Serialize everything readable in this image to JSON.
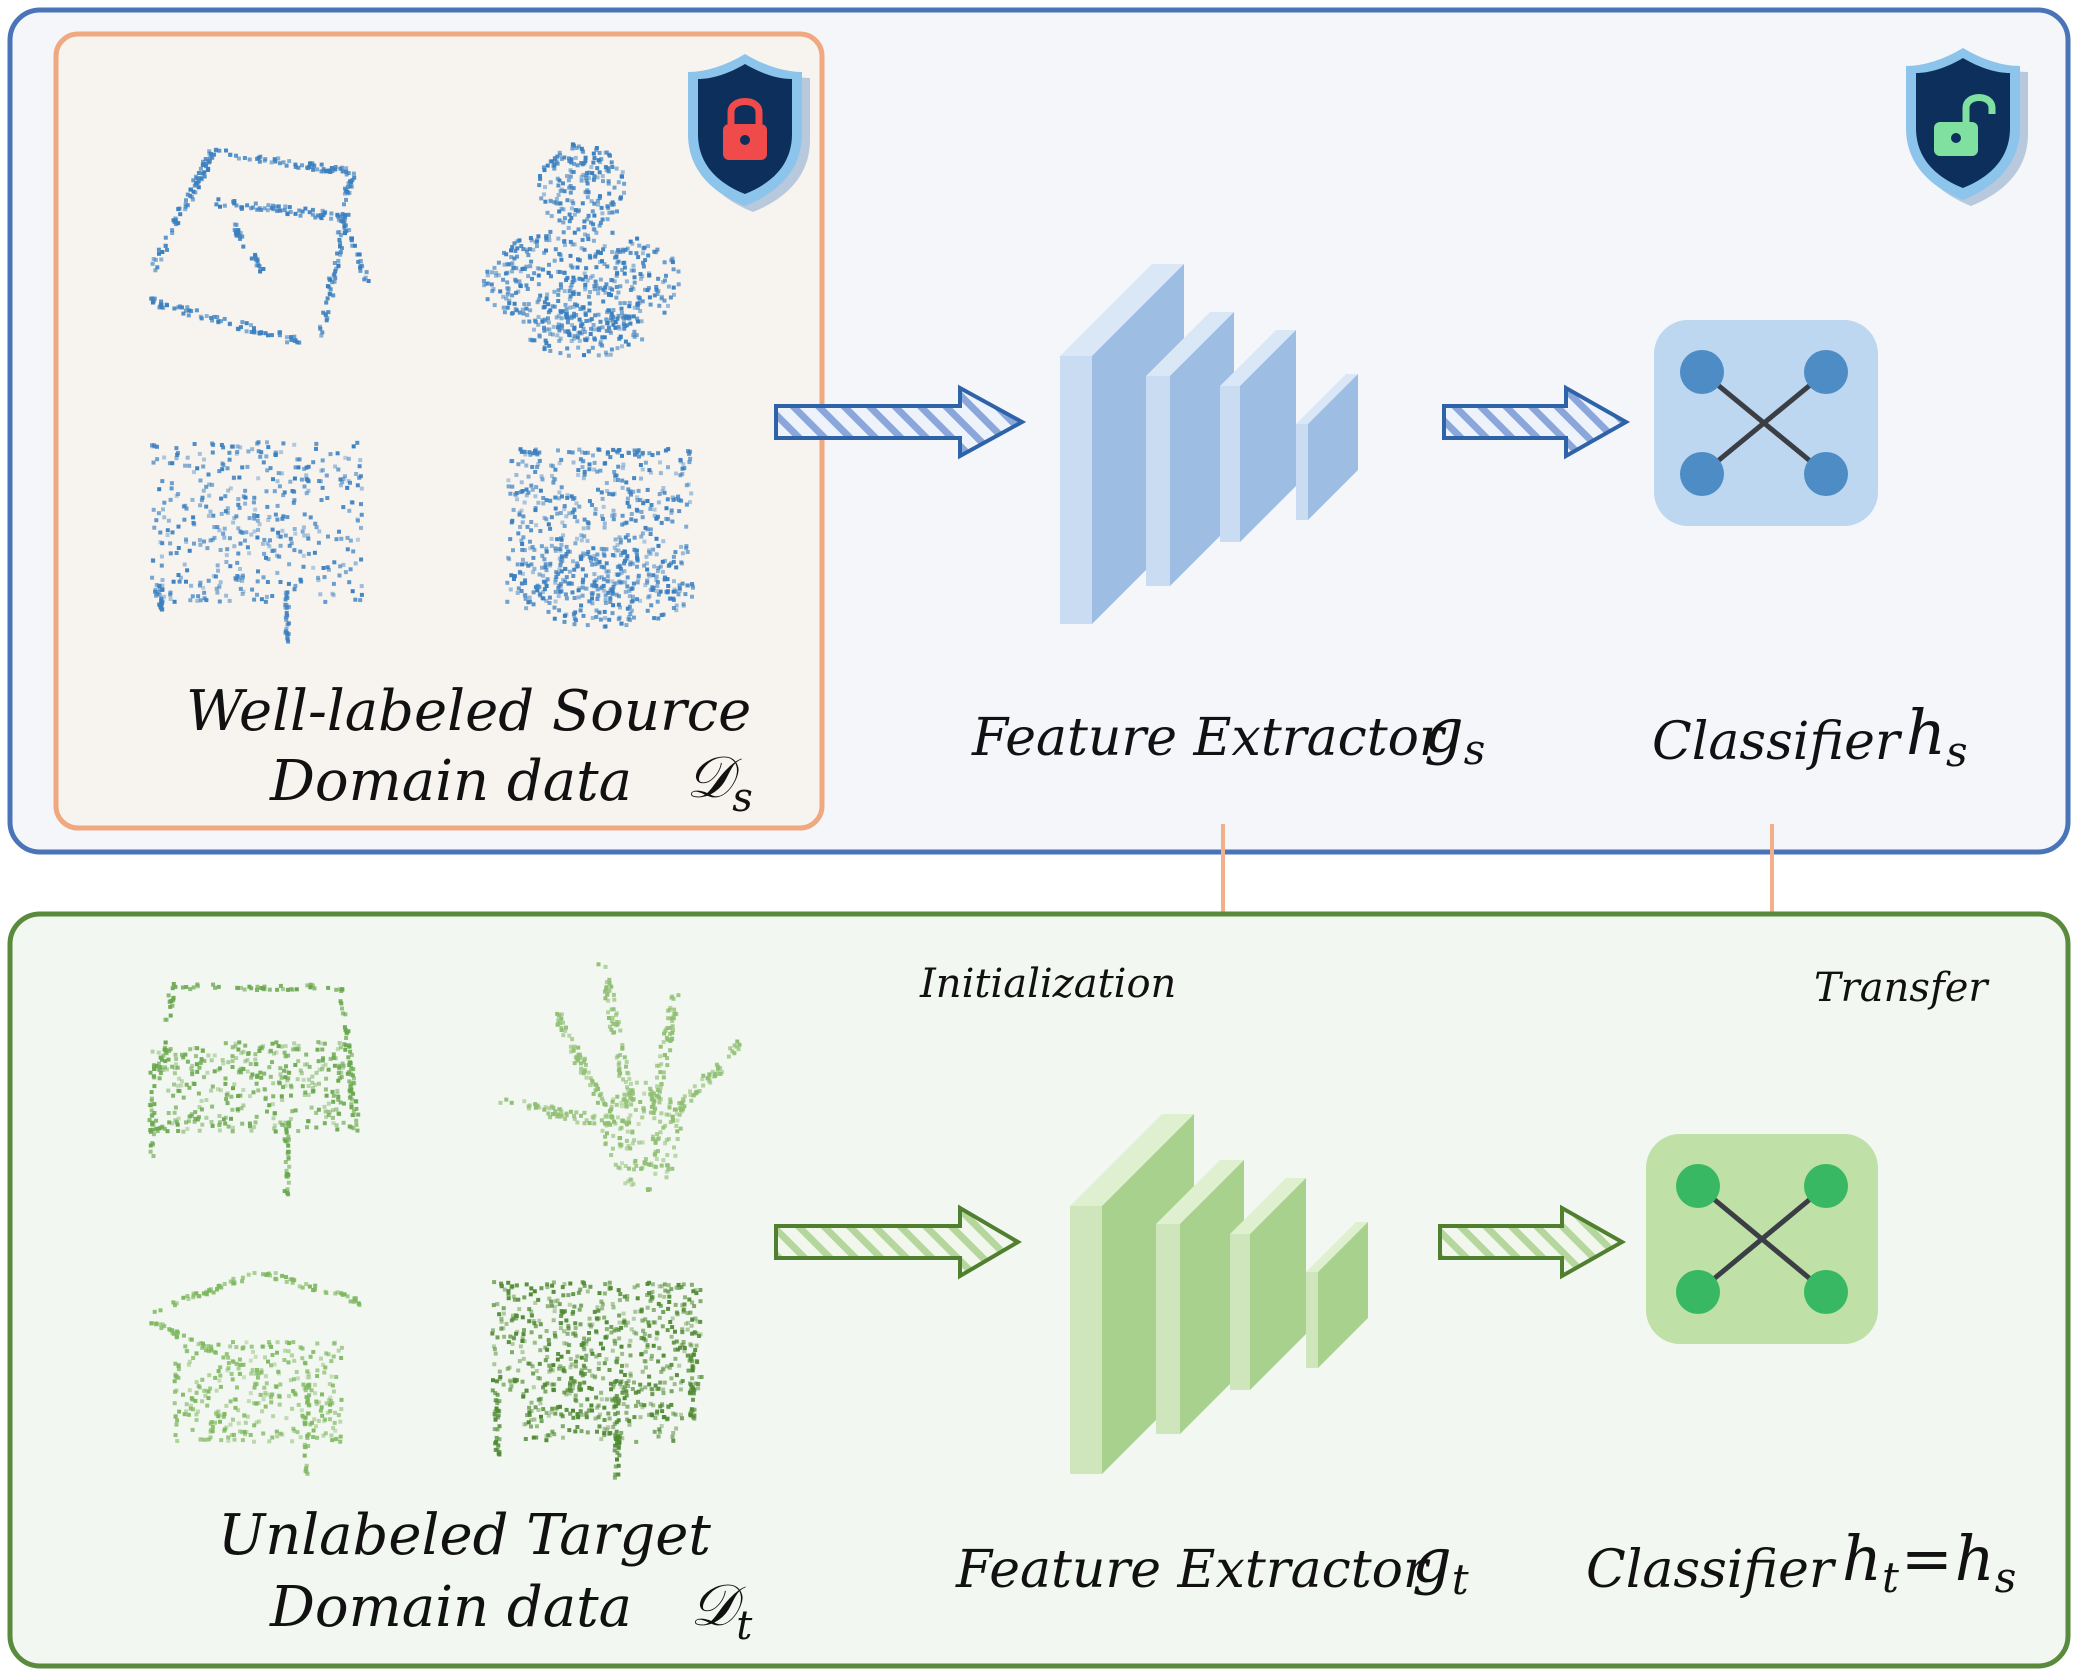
{
  "source_panel": {
    "dataset_title_line1": "Well-labeled Source",
    "dataset_title_line2": "Domain data",
    "dataset_symbol": "𝒟",
    "dataset_subscript": "s",
    "extractor_label": "Feature Extractor",
    "extractor_symbol": "g",
    "extractor_subscript": "s",
    "classifier_label": "Classifier",
    "classifier_symbol": "h",
    "classifier_subscript": "s",
    "lock_state": "locked",
    "unlock_state": "unlocked"
  },
  "target_panel": {
    "dataset_title_line1": "Unlabeled Target",
    "dataset_title_line2": "Domain data",
    "dataset_symbol": "𝒟",
    "dataset_subscript": "t",
    "extractor_label": "Feature Extractor",
    "extractor_symbol": "g",
    "extractor_subscript": "t",
    "classifier_label": "Classifier",
    "classifier_symbol": "h",
    "classifier_subscript": "t",
    "classifier_equals": "=",
    "classifier_symbol2": "h",
    "classifier_subscript2": "s"
  },
  "links": {
    "initialization_label": "Initialization",
    "transfer_label": "Transfer"
  },
  "icons": {
    "lock": "lock-shield-icon",
    "unlock": "unlock-shield-icon",
    "fire": "fire-icon",
    "snowflake": "snowflake-icon"
  },
  "colors": {
    "source_border": "#4a74b8",
    "source_bg": "#f4f6fa",
    "source_data_border": "#f0a880",
    "source_data_bg": "#f7f4ef",
    "source_points": "#3a7fc0",
    "source_block": "#9dbde2",
    "target_border": "#5a8a3c",
    "target_bg": "#f3f7f1",
    "target_points": "#6aa84f",
    "target_block": "#a9d18e",
    "link_arrow": "#f2b08a",
    "fire": "#f04a3a",
    "snowflake": "#1e9be0"
  }
}
